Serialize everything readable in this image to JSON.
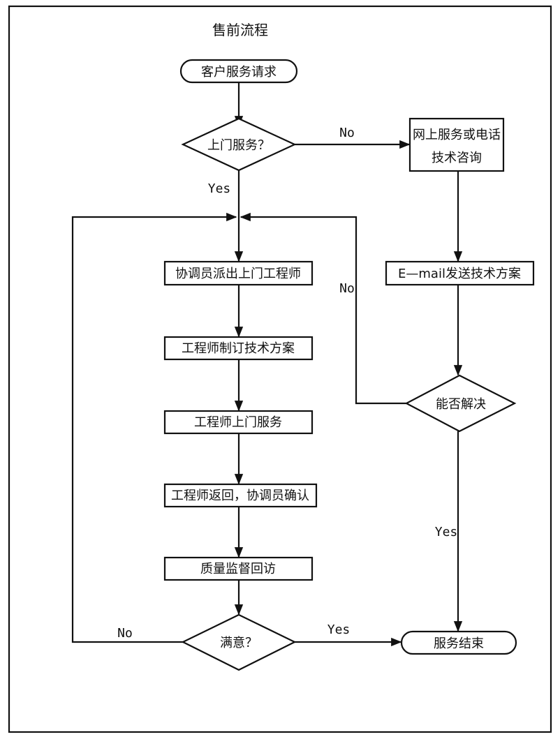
{
  "title": "售前流程",
  "nodes": {
    "customer_request": "客户服务请求",
    "onsite_decision": "上门服务？",
    "online_service_line1": "网上服务或电话",
    "online_service_line2": "技术咨询",
    "email_solution": "E—mail发送技术方案",
    "dispatch_engineer": "协调员派出上门工程师",
    "engineer_plan": "工程师制订技术方案",
    "engineer_onsite": "工程师上门服务",
    "engineer_return": "工程师返回，协调员确认",
    "quality_visit": "质量监督回访",
    "resolved_decision": "能否解决",
    "satisfied_decision": "满意？",
    "service_end": "服务结束"
  },
  "edges": {
    "onsite_no": "No",
    "onsite_yes": "Yes",
    "resolved_no": "No",
    "resolved_yes": "Yes",
    "satisfied_no": "No",
    "satisfied_yes": "Yes"
  }
}
